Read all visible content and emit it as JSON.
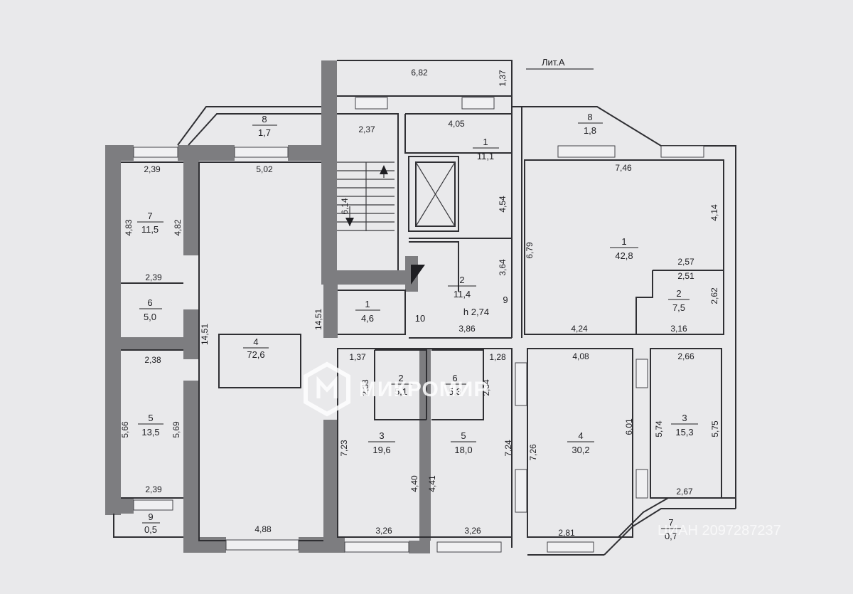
{
  "plan": {
    "letter": "Лит.А",
    "rooms": {
      "r8_left": {
        "num": "8",
        "area": "1,7"
      },
      "r8_right": {
        "num": "8",
        "area": "1,8"
      },
      "r1_stair": {
        "num": "1",
        "area": "11,1"
      },
      "r1_big": {
        "num": "1",
        "area": "42,8"
      },
      "r2_mid": {
        "num": "2",
        "area": "11,4",
        "height": "h 2,74"
      },
      "r2_right": {
        "num": "2",
        "area": "7,5"
      },
      "r1_small": {
        "num": "1",
        "area": "4,6"
      },
      "r7_left": {
        "num": "7",
        "area": "11,5"
      },
      "r6_left": {
        "num": "6",
        "area": "5,0"
      },
      "r4_hall": {
        "num": "4",
        "area": "72,6"
      },
      "r5_left": {
        "num": "5",
        "area": "13,5"
      },
      "r9_left": {
        "num": "9",
        "area": "0,5"
      },
      "r2_wc": {
        "num": "2",
        "area": "5,1"
      },
      "r6_wc": {
        "num": "6",
        "area": "5,3"
      },
      "r3_mid": {
        "num": "3",
        "area": "19,6"
      },
      "r5_mid": {
        "num": "5",
        "area": "18,0"
      },
      "r4_right": {
        "num": "4",
        "area": "30,2"
      },
      "r3_right": {
        "num": "3",
        "area": "15,3"
      },
      "r7_right": {
        "num": "7",
        "area": "0,7"
      }
    },
    "labels": {
      "n10": "10",
      "n9": "9"
    },
    "dims": {
      "d682": "6,82",
      "d137a": "1,37",
      "d237": "2,37",
      "d405": "4,05",
      "d502": "5,02",
      "d746": "7,46",
      "d239a": "2,39",
      "d483": "4,83",
      "d482": "4,82",
      "d614": "6,14",
      "d454": "4,54",
      "d414": "4,14",
      "d679": "6,79",
      "d239b": "2,39",
      "d364": "3,64",
      "d257": "2,57",
      "d251": "2,51",
      "d262": "2,62",
      "d1451a": "14,51",
      "d1451b": "14,51",
      "d386": "3,86",
      "d424": "4,24",
      "d316": "3,16",
      "d238": "2,38",
      "d137b": "1,37",
      "d233": "2,33",
      "d128": "1,28",
      "d234": "2,34",
      "d408": "4,08",
      "d266": "2,66",
      "d566": "5,66",
      "d569": "5,69",
      "d723": "7,23",
      "d724": "7,24",
      "d726": "7,26",
      "d601": "6,01",
      "d574": "5,74",
      "d575": "5,75",
      "d440": "4,40",
      "d441": "4,41",
      "d239c": "2,39",
      "d267": "2,67",
      "d488": "4,88",
      "d326a": "3,26",
      "d326b": "3,26",
      "d281": "2,81"
    }
  },
  "watermark": {
    "brand": "МИКРОМИР",
    "id": "ЦИАН 2097287237"
  }
}
